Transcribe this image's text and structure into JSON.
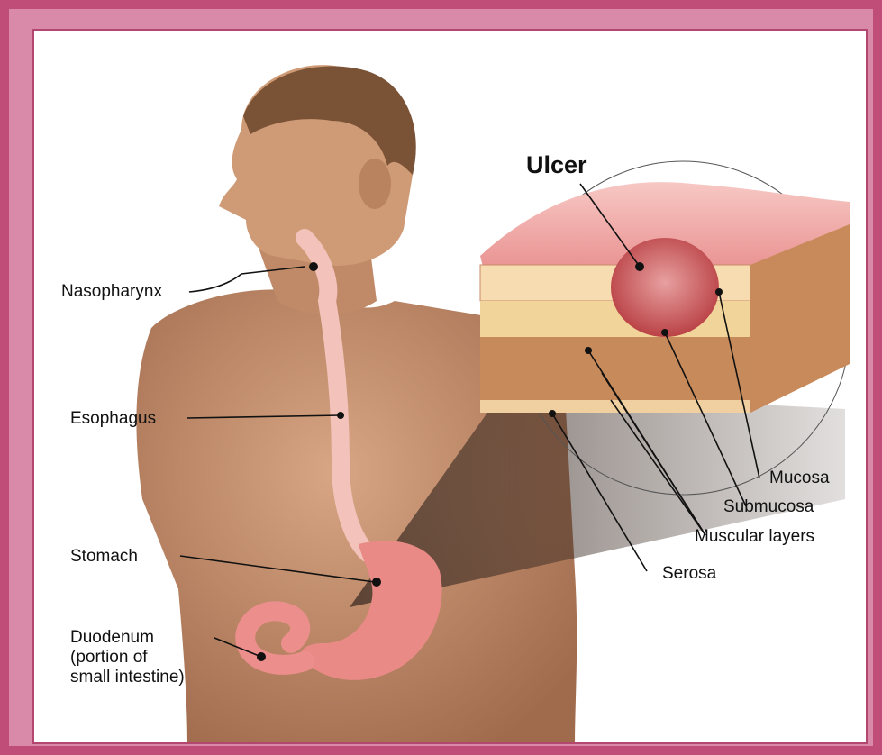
{
  "diagram": {
    "title_label": "Ulcer",
    "body_labels": {
      "nasopharynx": "Nasopharynx",
      "esophagus": "Esophagus",
      "stomach": "Stomach",
      "duodenum_line1": "Duodenum",
      "duodenum_line2": "(portion of",
      "duodenum_line3": "small intestine)"
    },
    "tissue_labels": {
      "mucosa": "Mucosa",
      "submucosa": "Submucosa",
      "muscular": "Muscular layers",
      "serosa": "Serosa"
    }
  },
  "colors": {
    "frame_outer": "#c04d78",
    "frame_inner": "#d98aa8",
    "skin": "#c99270",
    "esophagus": "#f2b8b0",
    "stomach": "#e98a86",
    "ulcer": "#c94a4a",
    "submucosa": "#f1d49a",
    "muscle": "#8a3a1e"
  }
}
